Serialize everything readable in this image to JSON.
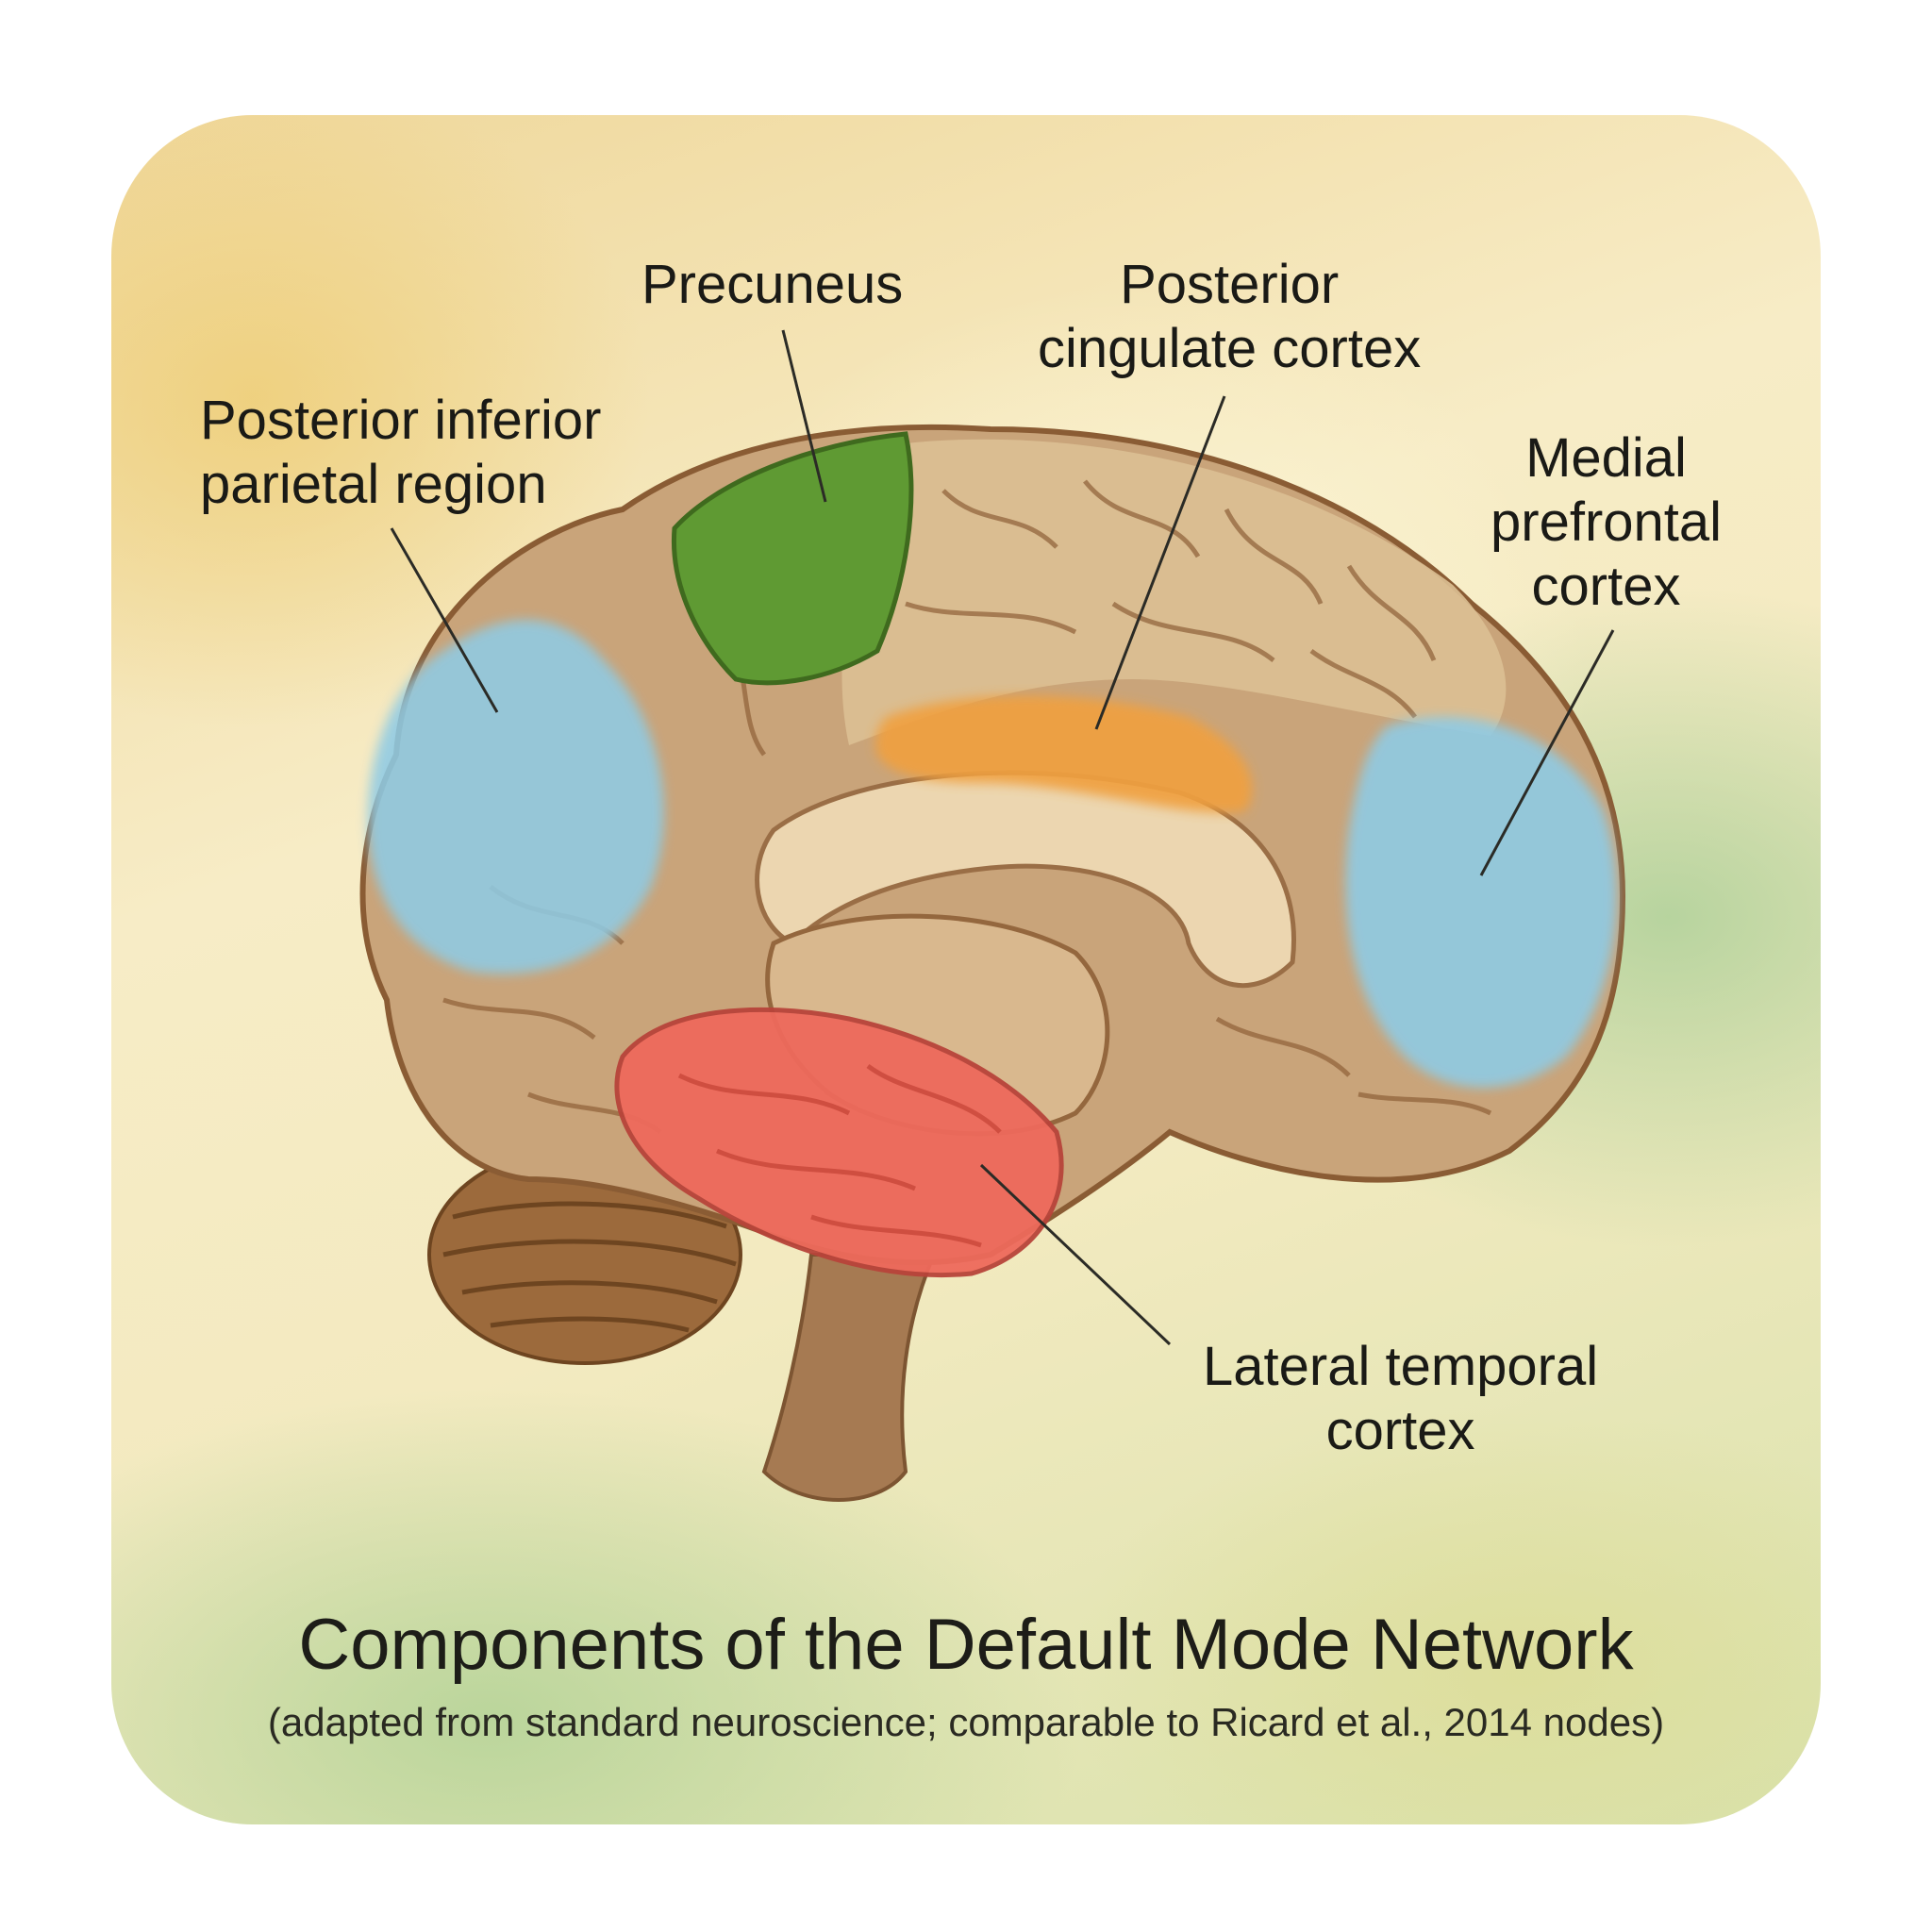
{
  "labels": {
    "precuneus": "Precuneus",
    "pcc": "Posterior\ncingulate cortex",
    "pipr": "Posterior inferior\nparietal region",
    "mpfc": "Medial\nprefrontal\ncortex",
    "ltc": "Lateral temporal\ncortex"
  },
  "title": "Components of the Default Mode Network",
  "subtitle": "(adapted from standard neuroscience; comparable to Ricard et al., 2014 nodes)",
  "colors": {
    "precuneus": "#5f9a33",
    "pcc": "#f0a040",
    "parietal": "#8fcbe4",
    "prefrontal": "#8fcbe4",
    "temporal": "#ee6a5c",
    "brain_base": "#c9a47a",
    "brain_dark": "#9a6a3e"
  }
}
